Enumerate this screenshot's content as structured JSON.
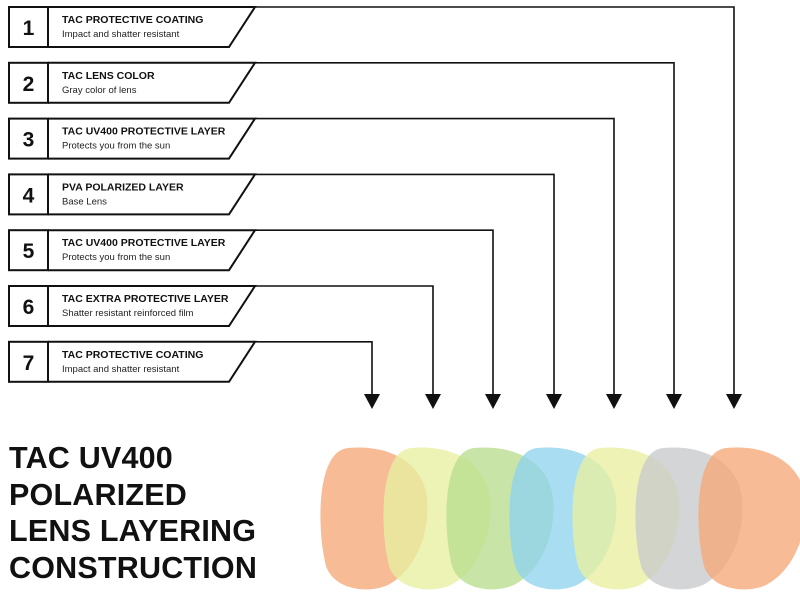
{
  "layers": [
    {
      "number": "1",
      "title": "TAC PROTECTIVE COATING",
      "subtitle": "Impact and shatter resistant",
      "color": "#f5a877"
    },
    {
      "number": "2",
      "title": "TAC LENS COLOR",
      "subtitle": "Gray color of lens",
      "color": "#c8c9cb"
    },
    {
      "number": "3",
      "title": "TAC UV400 PROTECTIVE LAYER",
      "subtitle": "Protects you from the sun",
      "color": "#e9efa0"
    },
    {
      "number": "4",
      "title": "PVA POLARIZED LAYER",
      "subtitle": "Base Lens",
      "color": "#8fd3ee"
    },
    {
      "number": "5",
      "title": "TAC UV400 PROTECTIVE LAYER",
      "subtitle": "Protects you from the sun",
      "color": "#b9de8e"
    },
    {
      "number": "6",
      "title": "TAC EXTRA PROTECTIVE LAYER",
      "subtitle": "Shatter resistant reinforced film",
      "color": "#e8f0a0"
    },
    {
      "number": "7",
      "title": "TAC PROTECTIVE COATING",
      "subtitle": "Impact and shatter resistant",
      "color": "#f5a877"
    }
  ],
  "headline": {
    "lines": [
      "TAC UV400",
      "POLARIZED",
      "LENS LAYERING",
      "CONSTRUCTION"
    ]
  },
  "colors": {
    "ink": "#111111",
    "background": "#ffffff"
  }
}
